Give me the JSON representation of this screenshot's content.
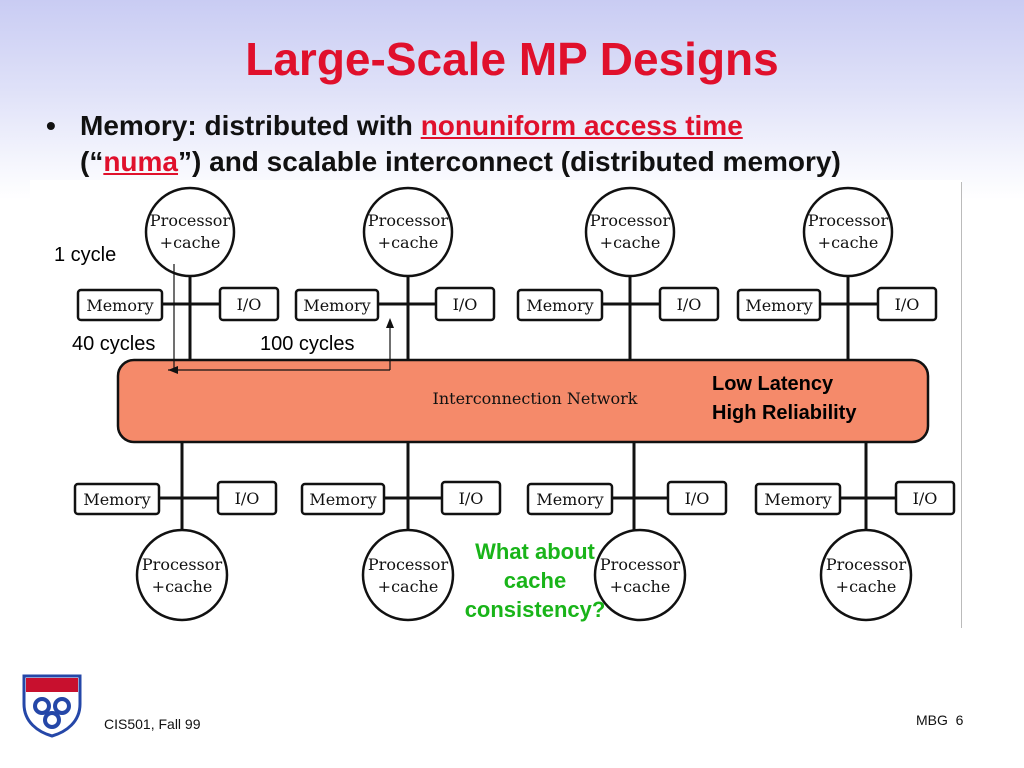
{
  "slide": {
    "title": "Large-Scale MP Designs",
    "bullet": {
      "marker": "•",
      "text_1": "Memory: distributed with ",
      "link_1": "nonuniform access time",
      "text_2": "(“",
      "link_2": "numa",
      "text_3": "”) and scalable interconnect (distributed memory)"
    },
    "diagram": {
      "network_label": "Interconnection Network",
      "processor_line1": "Processor",
      "processor_line2": "+cache",
      "memory_label": "Memory",
      "io_label": "I/O",
      "latency_1": "1 cycle",
      "latency_40": "40 cycles",
      "latency_100": "100 cycles",
      "property_1": "Low Latency",
      "property_2": "High Reliability",
      "question_1": "What about",
      "question_2": "cache",
      "question_3": "consistency?"
    },
    "footer": {
      "course": "CIS501, Fall 99",
      "author": "MBG",
      "page": "6"
    },
    "colors": {
      "title": "#e0102c",
      "network_fill": "#f58a6a",
      "question": "#19b419"
    }
  }
}
